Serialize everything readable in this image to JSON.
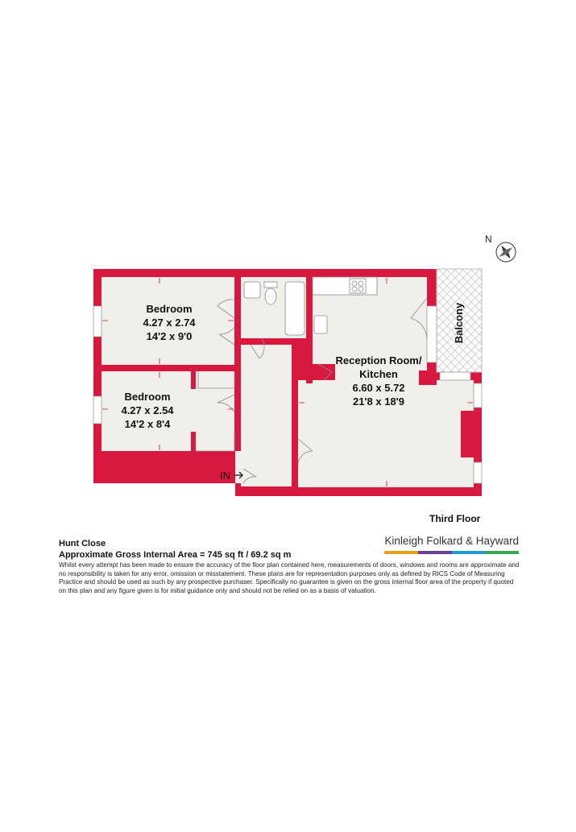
{
  "compass": {
    "label": "N"
  },
  "rooms": [
    {
      "id": "bedroom1",
      "name": "Bedroom",
      "metric": "4.27 x 2.74",
      "imperial": "14'2 x 9'0"
    },
    {
      "id": "bedroom2",
      "name": "Bedroom",
      "metric": "4.27 x 2.54",
      "imperial": "14'2 x 8'4"
    },
    {
      "id": "reception",
      "name_line1": "Reception Room/",
      "name_line2": "Kitchen",
      "metric": "6.60 x 5.72",
      "imperial": "21'8 x 18'9"
    }
  ],
  "balcony_label": "Balcony",
  "entrance_label": "IN",
  "floor_label": "Third Floor",
  "info": {
    "address": "Hunt Close",
    "area": "Approximate Gross Internal Area = 745 sq ft / 69.2 sq m",
    "disclaimer": "Whilst every attempt has been made to ensure the accuracy of the floor plan contained here, measurements of doors, windows and rooms are approximate and no responsibility is taken for any error, omission or misstatement. These plans are for representation purposes only as defined by RICS Code of Measuring Practice and should be used as such by any prospective purchaser. Specifically no guarantee is given on the gross internal floor area of the property if quoted on this plan and any figure given is for initial guidance only and should not be relied on as a basis of valuation."
  },
  "brand": {
    "name": "Kinleigh Folkard & Hayward",
    "bar_colors": [
      "#e8a21a",
      "#6b3f8f",
      "#1e9ad6",
      "#3aa655"
    ]
  },
  "colors": {
    "wall": "#d9183f",
    "floor": "#f1efea"
  }
}
